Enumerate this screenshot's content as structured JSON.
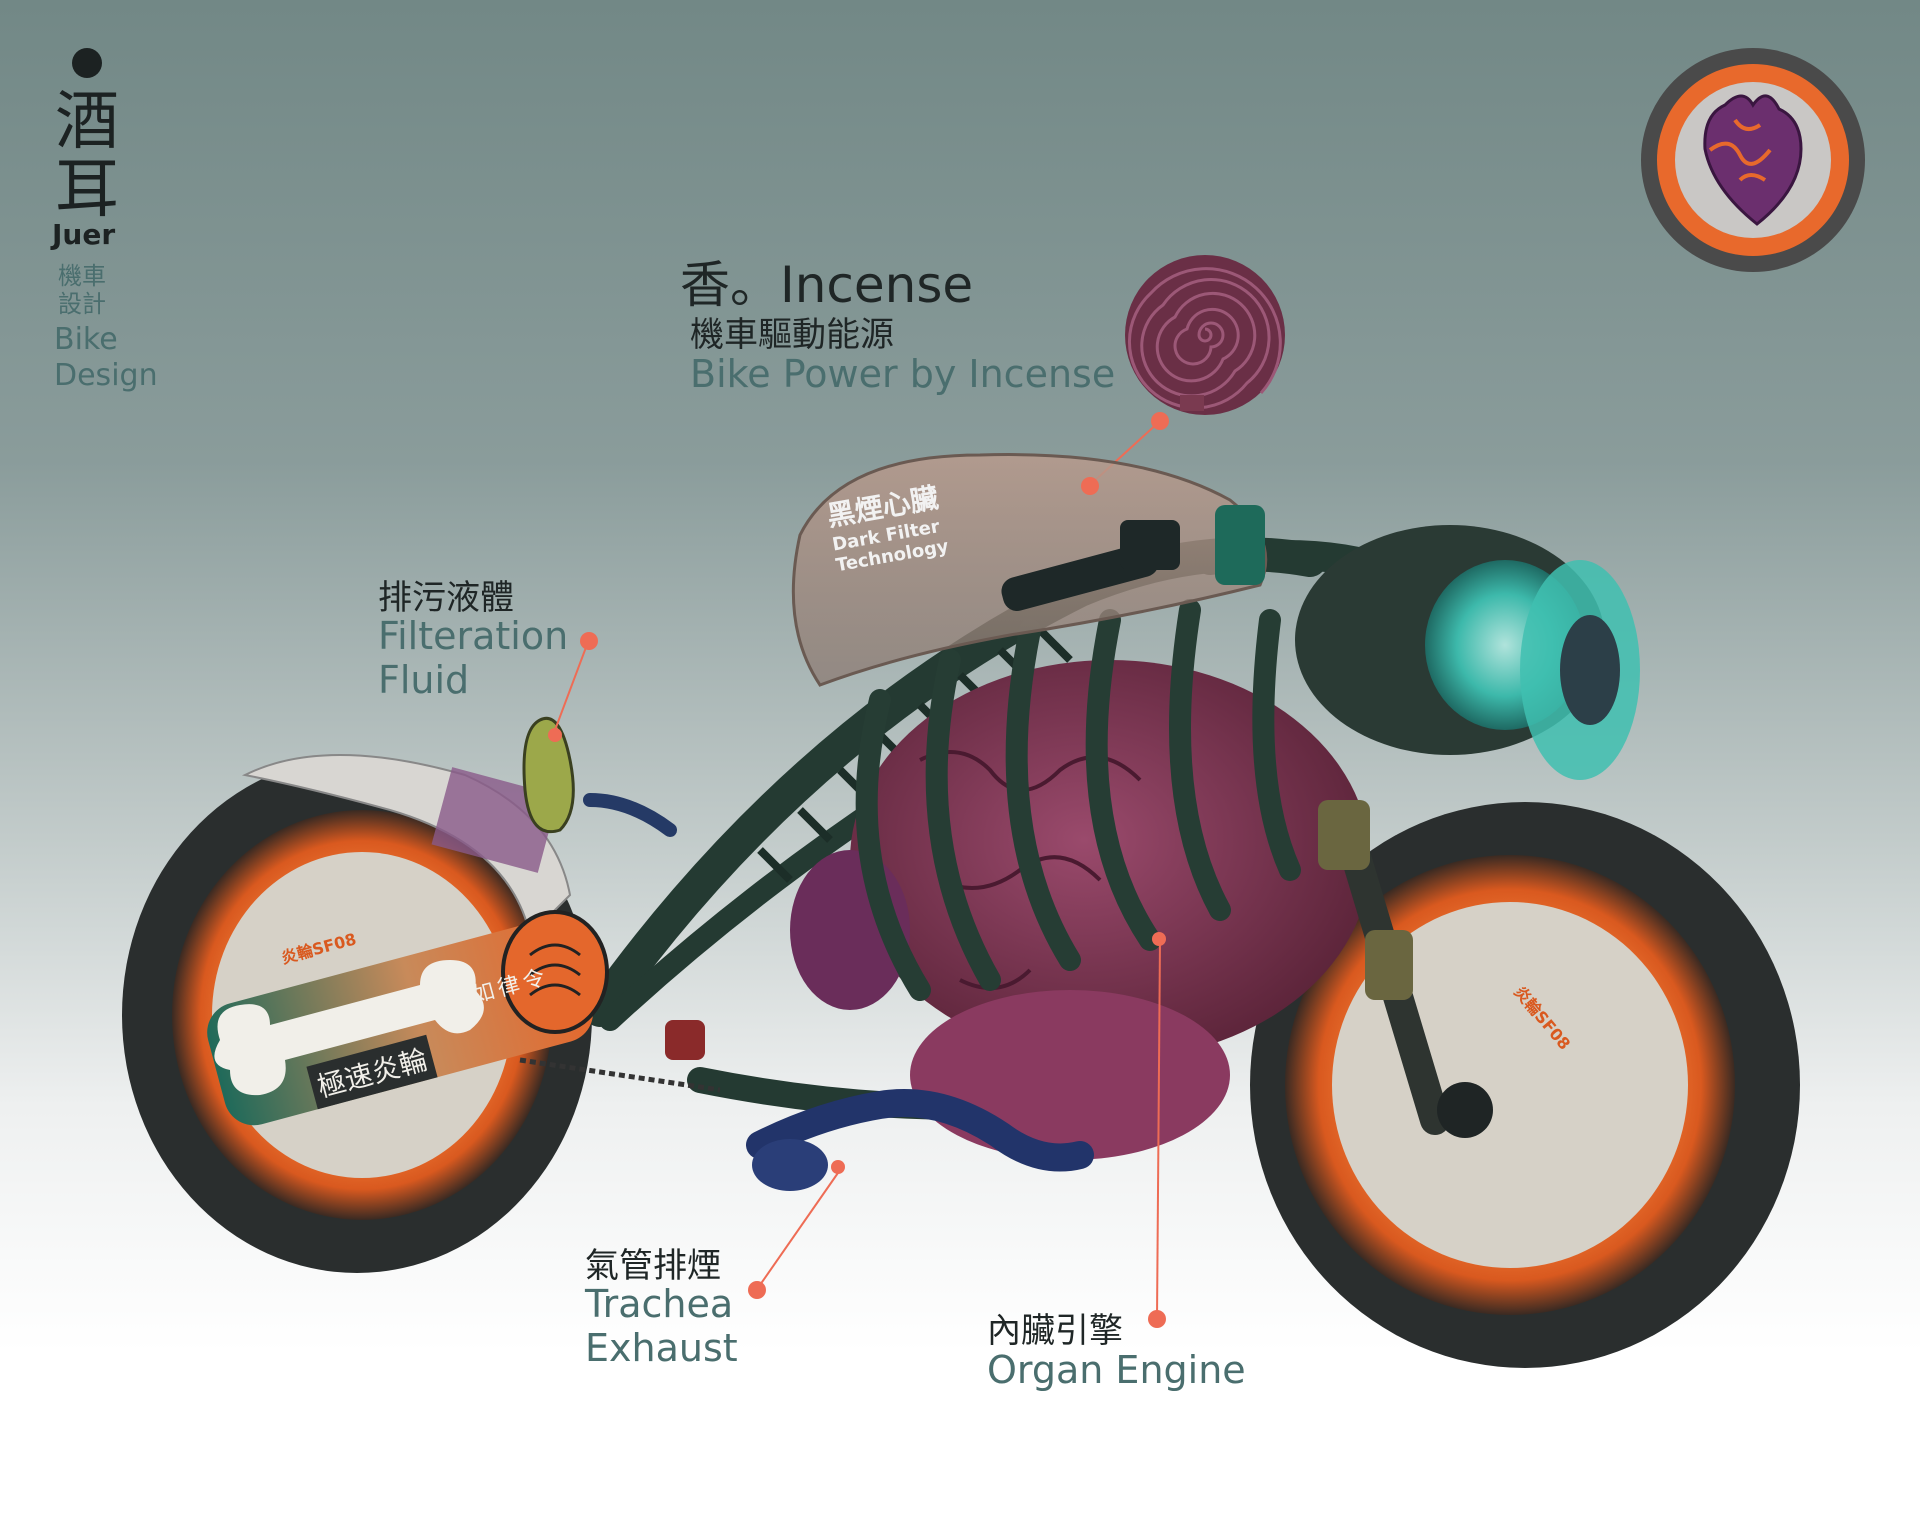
{
  "brand": {
    "name_cn": "酒耳",
    "name_en": "Juer",
    "category_cn": "機車設計",
    "category_en_line1": "Bike",
    "category_en_line2": "Design"
  },
  "incense": {
    "title": "香。Incense",
    "subtitle_cn": "機車驅動能源",
    "subtitle_en": "Bike Power by Incense"
  },
  "filtration": {
    "label_cn": "排污液體",
    "label_en_line1": "Filteration",
    "label_en_line2": "Fluid"
  },
  "trachea": {
    "label_cn": "氣管排煙",
    "label_en_line1": "Trachea",
    "label_en_line2": "Exhaust"
  },
  "organ": {
    "label_cn": "內臟引擎",
    "label_en": "Organ Engine"
  },
  "tank": {
    "text_cn": "黑煙心臟",
    "text_en_line1": "Dark Filter",
    "text_en_line2": "Technology"
  },
  "tire_label": "炎輪SF08",
  "exhaust_pipe": {
    "text_cn_1": "極速炎輪",
    "text_cn_2": "急急如律令"
  },
  "colors": {
    "accent": "#ee6c55",
    "teal_text": "#4a6e6e",
    "rim_orange": "#e9682c",
    "organ_magenta": "#7a3452",
    "skeleton_green": "#243a32",
    "heart_purple": "#6b2f6e"
  }
}
